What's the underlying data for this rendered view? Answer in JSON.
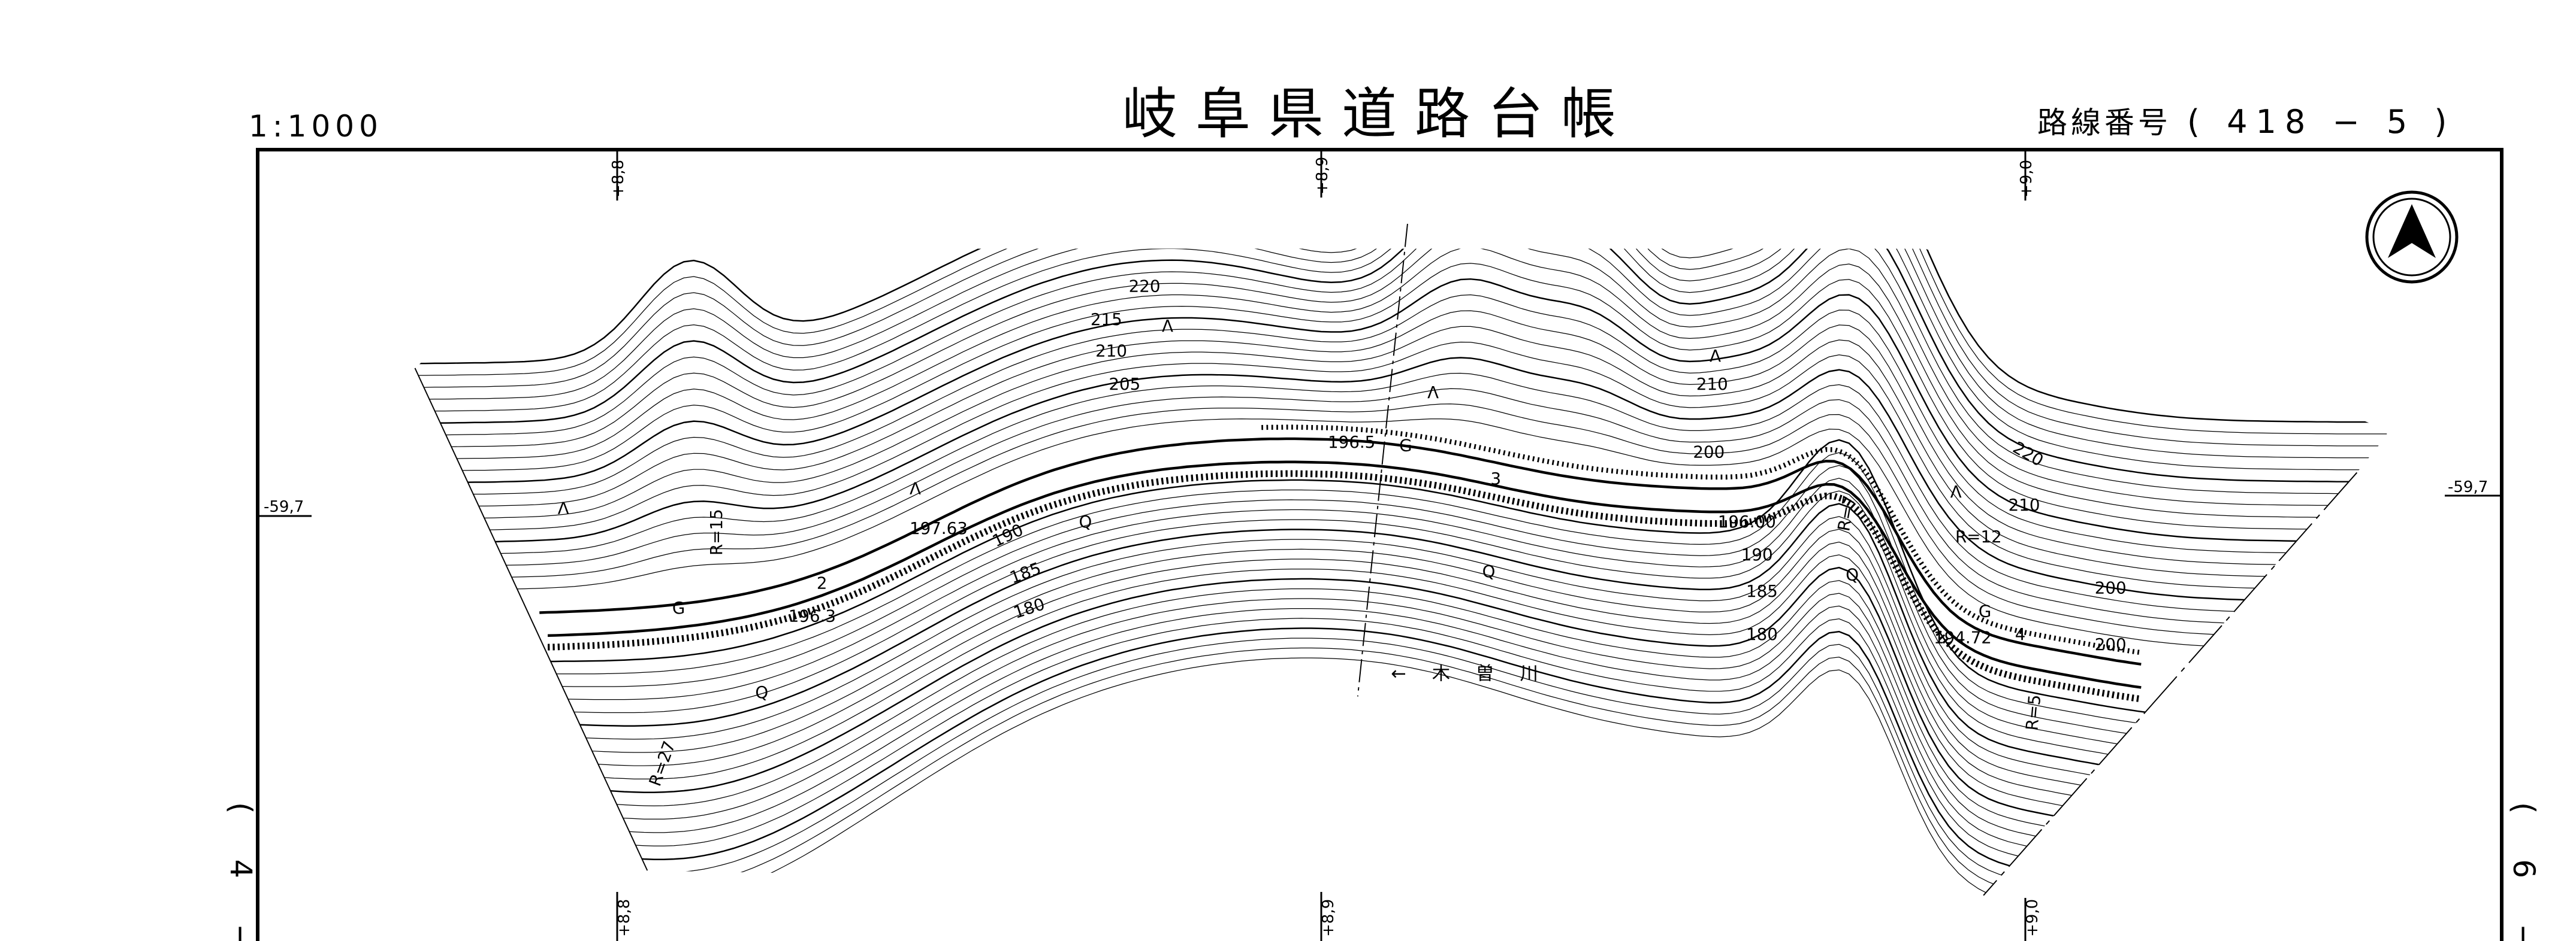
{
  "header": {
    "scale": "1:1000",
    "title": "岐阜県道路台帳",
    "route_label": "路線番号",
    "route_number": "( 418 − 5 )"
  },
  "grid": {
    "top_ticks": [
      "+8,8",
      "+8,9",
      "+9,0"
    ],
    "bottom_ticks": [
      "+8,8",
      "+8,9",
      "+9,0"
    ],
    "left_y": "-59,7",
    "right_y": "-59,7",
    "left_sheet": "( 4 −",
    "right_sheet": "( 6 −"
  },
  "map": {
    "contour_labels": [
      "220",
      "215",
      "210",
      "205",
      "200",
      "190",
      "185",
      "180",
      "210",
      "200",
      "220",
      "210",
      "200",
      "185",
      "180",
      "190"
    ],
    "elevations": [
      "196.5",
      "196.00",
      "197.63",
      "196.3",
      "194.72"
    ],
    "radii": [
      "R=15",
      "R=27",
      "R=7",
      "R=12",
      "R=5"
    ],
    "marks": [
      "G",
      "G",
      "G",
      "2",
      "3",
      "4",
      "Q",
      "Q",
      "Q",
      "Q",
      "Λ",
      "Λ",
      "Λ",
      "Λ",
      "Λ",
      "Λ"
    ],
    "river_label": "← 木 曽 川"
  },
  "north_arrow": "north-arrow"
}
